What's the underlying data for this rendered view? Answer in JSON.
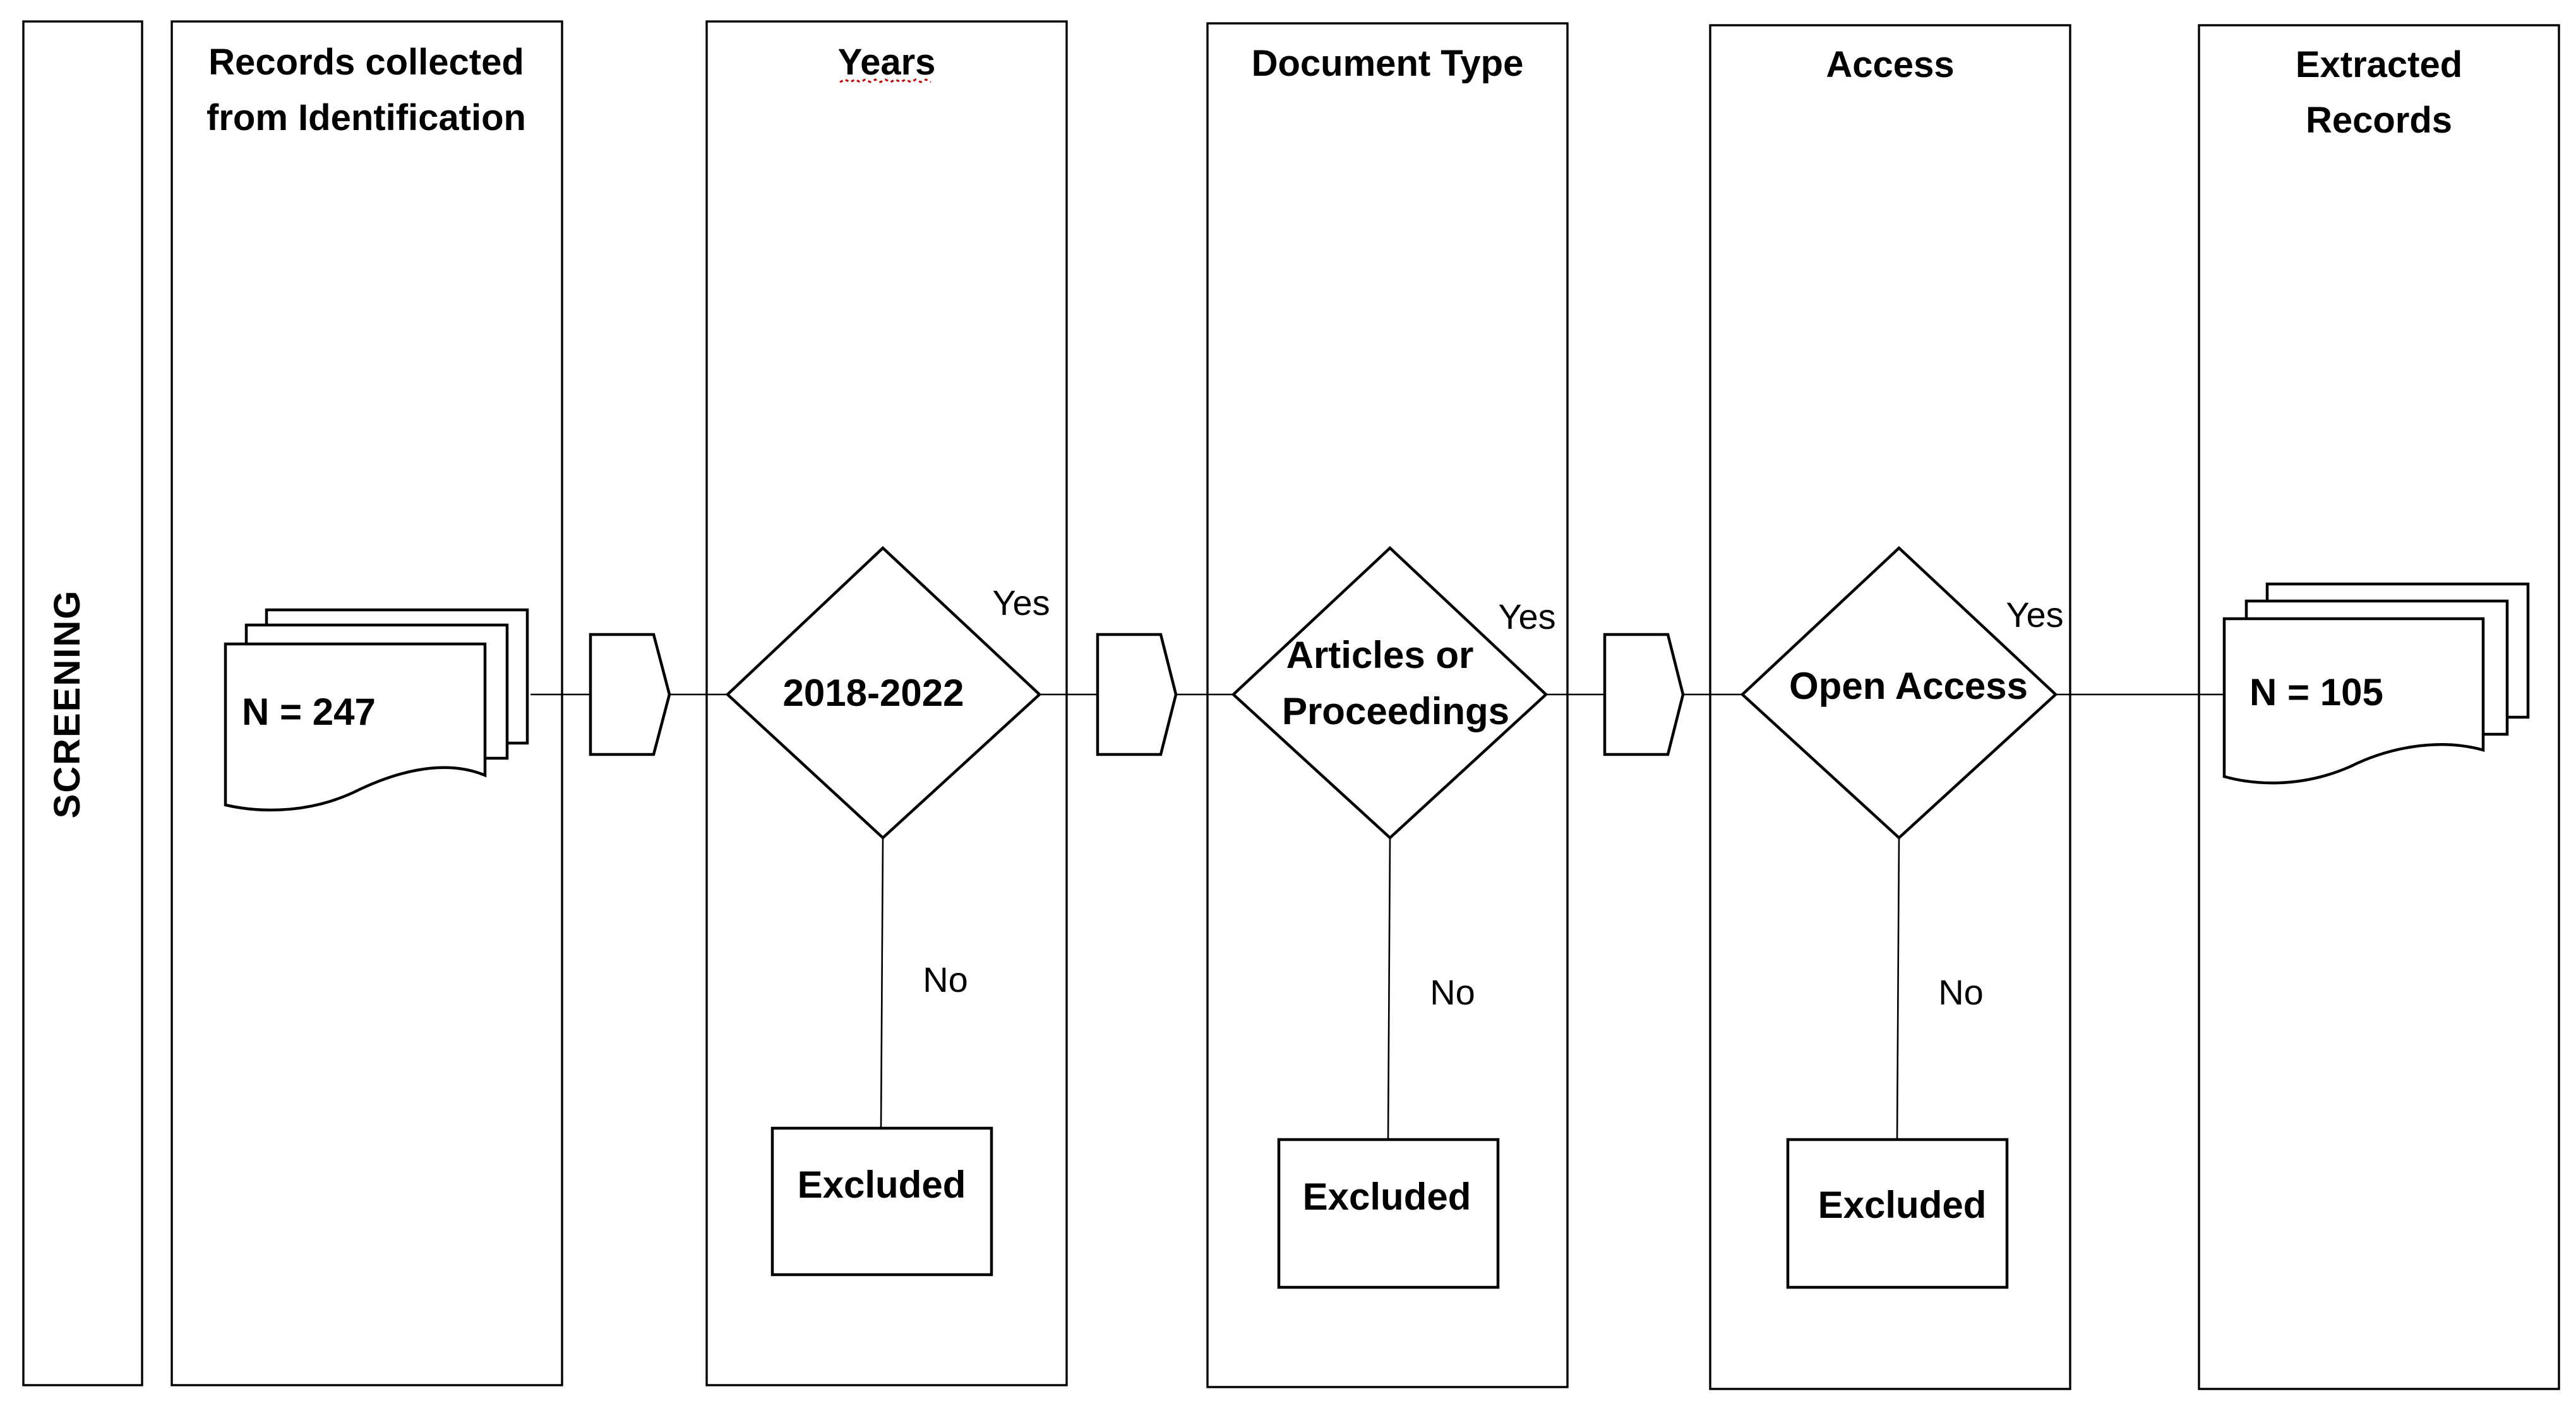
{
  "stage_label": "SCREENING",
  "lanes": {
    "identification": {
      "header_line1": "Records collected",
      "header_line2": "from Identification",
      "count": "N = 247"
    },
    "years": {
      "header": "Years",
      "decision": "2018-2022",
      "yes": "Yes",
      "no": "No",
      "excluded": "Excluded"
    },
    "document_type": {
      "header": "Document Type",
      "decision_line1": "Articles or",
      "decision_line2": "Proceedings",
      "yes": "Yes",
      "no": "No",
      "excluded": "Excluded"
    },
    "access": {
      "header": "Access",
      "decision": "Open Access",
      "yes": "Yes",
      "no": "No",
      "excluded": "Excluded"
    },
    "extracted": {
      "header_line1": "Extracted",
      "header_line2": "Records",
      "count": "N = 105"
    }
  }
}
